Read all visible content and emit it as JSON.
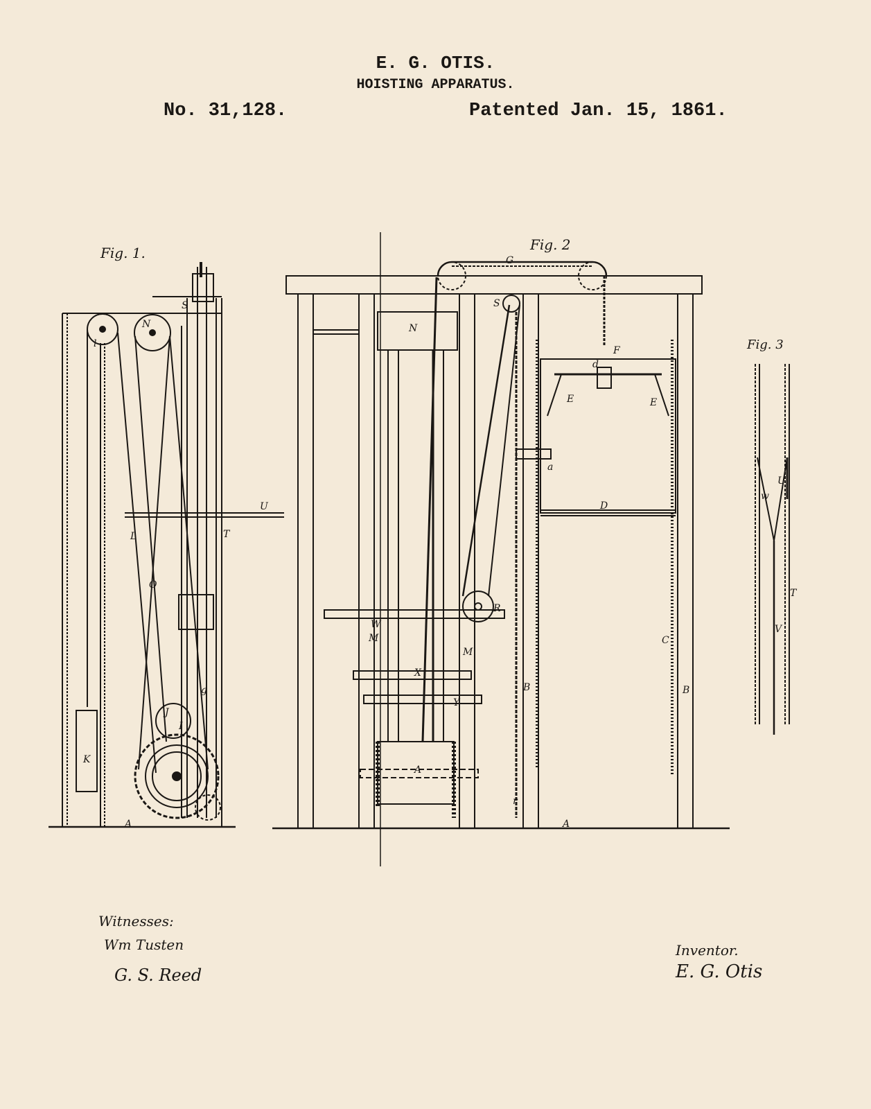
{
  "header": {
    "inventor": "E. G. OTIS.",
    "title": "HOISTING APPARATUS.",
    "patent_number": "No. 31,128.",
    "patent_date": "Patented Jan. 15, 1861."
  },
  "figures": {
    "fig1": "Fig. 1.",
    "fig2": "Fig. 2",
    "fig3": "Fig. 3"
  },
  "fig1_labels": [
    "l",
    "N",
    "S",
    "U",
    "T",
    "L",
    "O",
    "K",
    "I",
    "A",
    "J",
    "g"
  ],
  "fig2_labels": [
    "G",
    "S",
    "N",
    "F",
    "d",
    "E",
    "E",
    "a",
    "D",
    "C",
    "B",
    "B",
    "A",
    "A",
    "M",
    "M",
    "X",
    "Y",
    "R",
    "W",
    "r"
  ],
  "fig3_labels": [
    "U",
    "T",
    "V",
    "w"
  ],
  "footer": {
    "witnesses_label": "Witnesses:",
    "witness_1": "Wm Tusten",
    "witness_2": "G. S. Reed",
    "inventor_label": "Inventor.",
    "inventor_signature": "E. G. Otis"
  },
  "colors": {
    "paper": "#f4ead9",
    "ink": "#1a1714"
  }
}
